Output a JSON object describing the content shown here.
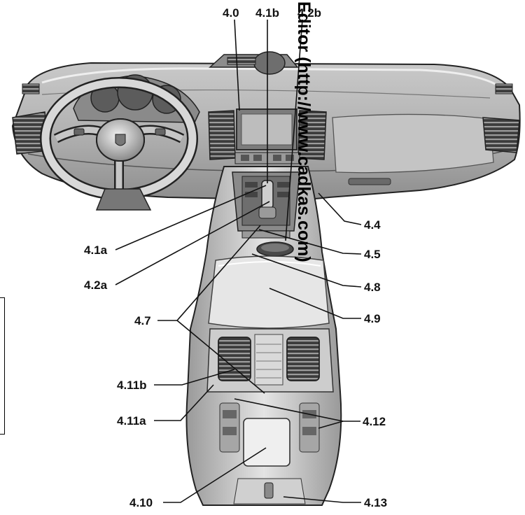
{
  "callouts": {
    "c_4_0": "4.0",
    "c_4_1b": "4.1b",
    "c_4_2b": "4.2b",
    "c_4_1a": "4.1a",
    "c_4_2a": "4.2a",
    "c_4_4": "4.4",
    "c_4_5": "4.5",
    "c_4_8": "4.8",
    "c_4_9": "4.9",
    "c_4_7": "4.7",
    "c_4_11b": "4.11b",
    "c_4_11a": "4.11a",
    "c_4_12": "4.12",
    "c_4_10": "4.10",
    "c_4_13": "4.13"
  },
  "watermark": "Editor (http://www.cadkas.com)",
  "colors": {
    "outline": "#222222",
    "shade_dark": "#5a5a5a",
    "shade_mid": "#a8a8a8",
    "shade_light": "#d6d6d6",
    "highlight": "#eeeeee"
  }
}
